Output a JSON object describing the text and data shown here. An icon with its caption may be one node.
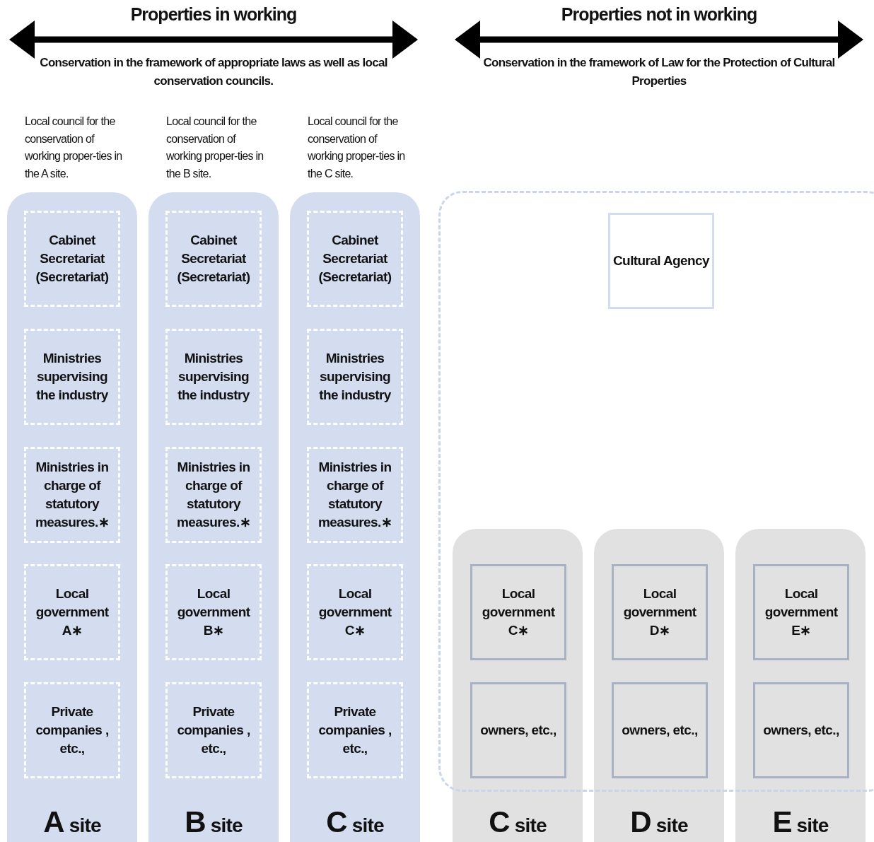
{
  "diagram": {
    "nodes": [
      {
        "text": [
          "A site"
        ],
        "beside": [
          "Local council for the conservation of working proper-ties in the A site."
        ]
      },
      {
        "text": [
          "Cabinet Secretariat (Secretariat)"
        ],
        "in": 0
      },
      {
        "text": [
          "Ministries supervising the industry"
        ],
        "in": 0
      },
      {
        "text": [
          "Ministries in charge of statutory measures.∗"
        ],
        "in": 0
      },
      {
        "text": [
          "Local government A∗"
        ],
        "in": 0
      },
      {
        "text": [
          "Private companies , etc.,"
        ],
        "in": 0
      },
      {
        "text": [
          "B site"
        ],
        "beside": [
          "Local council for the conservation of working proper-ties in the B site."
        ]
      },
      {
        "text": [
          "Cabinet Secretariat (Secretariat)"
        ],
        "in": 6
      },
      {
        "text": [
          "Ministries supervising the industry"
        ],
        "in": 6
      },
      {
        "text": [
          "Ministries in charge of statutory measures.∗"
        ],
        "in": 6
      },
      {
        "text": [
          "Local government B∗"
        ],
        "in": 6
      },
      {
        "text": [
          "Private companies , etc.,"
        ],
        "in": 6
      },
      {
        "text": [
          "C site"
        ],
        "beside": [
          "Local council for the conservation of working proper-ties in the C site."
        ]
      },
      {
        "text": [
          "Cabinet Secretariat (Secretariat)"
        ],
        "in": 12
      },
      {
        "text": [
          "Ministries supervising the industry"
        ],
        "in": 12
      },
      {
        "text": [
          "Ministries in charge of statutory measures.∗"
        ],
        "in": 12
      },
      {
        "text": [
          "Local government C∗"
        ],
        "in": 12
      },
      {
        "text": [
          "Private companies , etc.,"
        ],
        "in": 12
      },
      {
        "text": [],
        "shape": "box"
      },
      {
        "text": [
          "Cultural Agency"
        ],
        "in": 18
      },
      {
        "text": [
          "C site"
        ]
      },
      {
        "text": [
          "Local government C∗"
        ],
        "in": 20
      },
      {
        "text": [
          "owners, etc.,"
        ],
        "in": 20
      },
      {
        "text": [
          "D site"
        ]
      },
      {
        "text": [
          "Local government D∗"
        ],
        "in": 23
      },
      {
        "text": [
          "owners, etc.,"
        ],
        "in": 23
      },
      {
        "text": [
          "E site"
        ]
      },
      {
        "text": [
          "Local government E∗"
        ],
        "in": 26
      },
      {
        "text": [
          "owners, etc.,"
        ],
        "in": 26
      }
    ],
    "labels": [
      "Properties in working",
      "Conservation in the framework of appropriate laws as well as local conservation councils.",
      "Properties not in working",
      "Conservation in the framework of Law for the Protection of Cultural Properties"
    ]
  }
}
